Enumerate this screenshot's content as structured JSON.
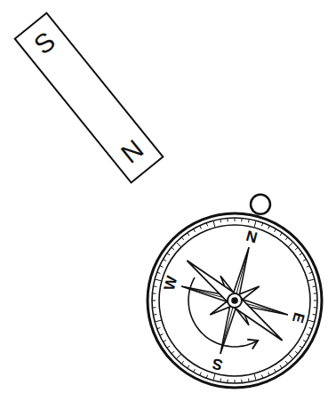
{
  "diagram": {
    "nodes": [
      {
        "text": [
          "S",
          "N"
        ]
      }
    ],
    "labels": [
      "N",
      "E",
      "S",
      "W"
    ]
  }
}
